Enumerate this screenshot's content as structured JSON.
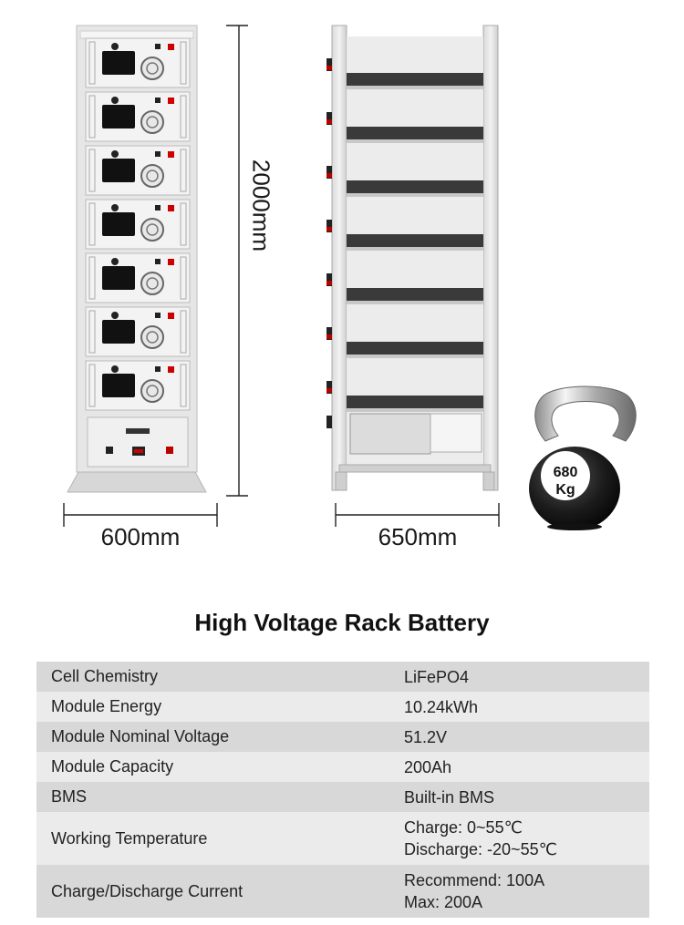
{
  "dimensions": {
    "width": "600mm",
    "depth": "650mm",
    "height": "2000mm"
  },
  "kettlebell": {
    "weight": "680",
    "unit": "Kg"
  },
  "title": "High Voltage Rack Battery",
  "specs": [
    {
      "label": "Cell Chemistry",
      "values": [
        "LiFePO4"
      ]
    },
    {
      "label": "Module Energy",
      "values": [
        "10.24kWh"
      ]
    },
    {
      "label": "Module Nominal Voltage",
      "values": [
        "51.2V"
      ]
    },
    {
      "label": "Module Capacity",
      "values": [
        "200Ah"
      ]
    },
    {
      "label": "BMS",
      "values": [
        "Built-in BMS"
      ]
    },
    {
      "label": "Working Temperature",
      "values": [
        "Charge: 0~55℃",
        "Discharge: -20~55℃"
      ]
    },
    {
      "label": "Charge/Discharge Current",
      "values": [
        "Recommend: 100A",
        "Max: 200A"
      ]
    }
  ]
}
